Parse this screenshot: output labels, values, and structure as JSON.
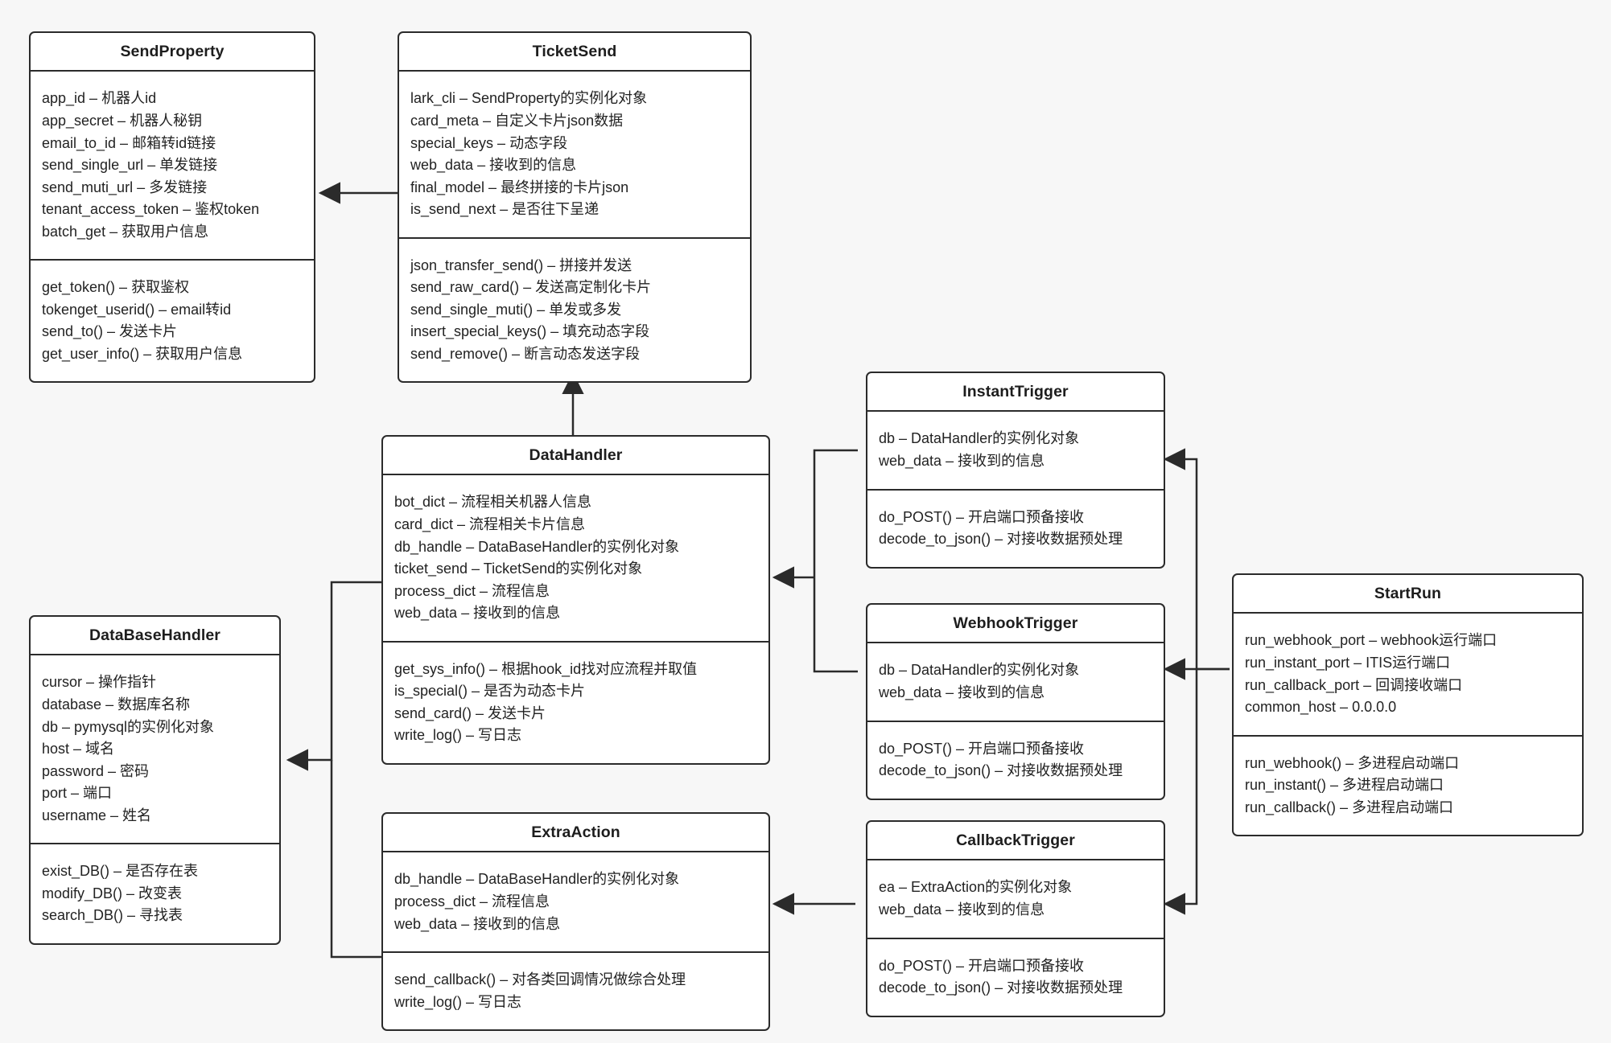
{
  "diagram": {
    "type": "uml-class-diagram",
    "background_color": "#f7f7f7",
    "box_fill": "#ffffff",
    "line_color": "#2b2b2b"
  },
  "classes": {
    "send_property": {
      "name": "SendProperty",
      "attributes": [
        "app_id – 机器人id",
        "app_secret – 机器人秘钥",
        "email_to_id – 邮箱转id链接",
        "send_single_url – 单发链接",
        "send_muti_url – 多发链接",
        "tenant_access_token – 鉴权token",
        "batch_get – 获取用户信息"
      ],
      "methods": [
        "get_token() – 获取鉴权",
        "tokenget_userid() – email转id",
        "send_to() – 发送卡片",
        "get_user_info() – 获取用户信息"
      ]
    },
    "ticket_send": {
      "name": "TicketSend",
      "attributes": [
        "lark_cli – SendProperty的实例化对象",
        "card_meta – 自定义卡片json数据",
        "special_keys – 动态字段",
        "web_data – 接收到的信息",
        "final_model – 最终拼接的卡片json",
        "is_send_next – 是否往下呈递"
      ],
      "methods": [
        "json_transfer_send() – 拼接并发送",
        "send_raw_card() – 发送高定制化卡片",
        "send_single_muti() – 单发或多发",
        "insert_special_keys() – 填充动态字段",
        "send_remove() – 断言动态发送字段"
      ]
    },
    "data_handler": {
      "name": "DataHandler",
      "attributes": [
        "bot_dict – 流程相关机器人信息",
        "card_dict – 流程相关卡片信息",
        "db_handle – DataBaseHandler的实例化对象",
        "ticket_send – TicketSend的实例化对象",
        "process_dict – 流程信息",
        "web_data – 接收到的信息"
      ],
      "methods": [
        "get_sys_info() – 根据hook_id找对应流程并取值",
        "is_special() – 是否为动态卡片",
        "send_card() – 发送卡片",
        "write_log() – 写日志"
      ]
    },
    "database_handler": {
      "name": "DataBaseHandler",
      "attributes": [
        "cursor – 操作指针",
        "database – 数据库名称",
        "db – pymysql的实例化对象",
        "host – 域名",
        "password – 密码",
        "port – 端口",
        "username – 姓名"
      ],
      "methods": [
        "exist_DB() – 是否存在表",
        "modify_DB() – 改变表",
        "search_DB() – 寻找表"
      ]
    },
    "extra_action": {
      "name": "ExtraAction",
      "attributes": [
        "db_handle – DataBaseHandler的实例化对象",
        "process_dict – 流程信息",
        "web_data – 接收到的信息"
      ],
      "methods": [
        "send_callback() – 对各类回调情况做综合处理",
        "write_log() – 写日志"
      ]
    },
    "instant_trigger": {
      "name": "InstantTrigger",
      "attributes": [
        "db – DataHandler的实例化对象",
        "web_data – 接收到的信息"
      ],
      "methods": [
        "do_POST() – 开启端口预备接收",
        "decode_to_json() – 对接收数据预处理"
      ]
    },
    "webhook_trigger": {
      "name": "WebhookTrigger",
      "attributes": [
        "db – DataHandler的实例化对象",
        "web_data – 接收到的信息"
      ],
      "methods": [
        "do_POST() – 开启端口预备接收",
        "decode_to_json() – 对接收数据预处理"
      ]
    },
    "callback_trigger": {
      "name": "CallbackTrigger",
      "attributes": [
        "ea – ExtraAction的实例化对象",
        "web_data – 接收到的信息"
      ],
      "methods": [
        "do_POST() – 开启端口预备接收",
        "decode_to_json() – 对接收数据预处理"
      ]
    },
    "start_run": {
      "name": "StartRun",
      "attributes": [
        "run_webhook_port – webhook运行端口",
        "run_instant_port – ITIS运行端口",
        "run_callback_port – 回调接收端口",
        "common_host – 0.0.0.0"
      ],
      "methods": [
        "run_webhook() – 多进程启动端口",
        "run_instant() – 多进程启动端口",
        "run_callback() – 多进程启动端口"
      ]
    }
  }
}
